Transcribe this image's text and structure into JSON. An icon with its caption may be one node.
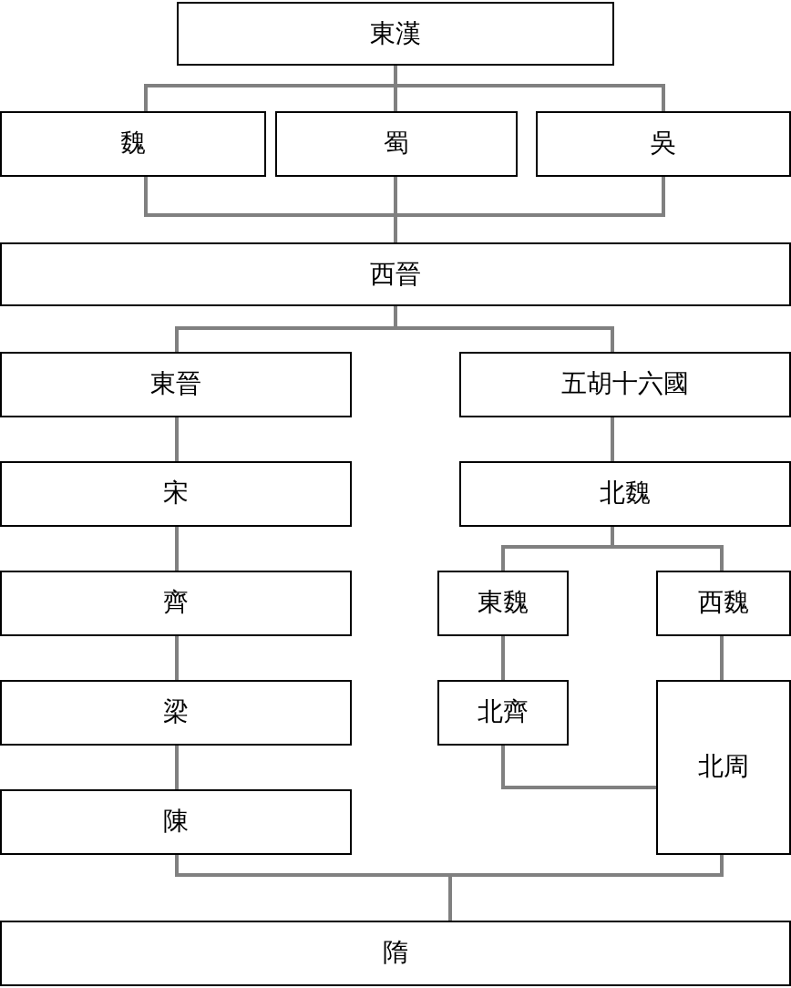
{
  "diagram": {
    "nodes": [
      {
        "text": [
          "東漢"
        ]
      },
      {
        "text": [
          "魏"
        ]
      },
      {
        "text": [
          "蜀"
        ]
      },
      {
        "text": [
          "吳"
        ]
      },
      {
        "text": [
          "西晉"
        ]
      },
      {
        "text": [
          "東晉"
        ]
      },
      {
        "text": [
          "五胡十六國"
        ]
      },
      {
        "text": [
          "宋"
        ]
      },
      {
        "text": [
          "北魏"
        ]
      },
      {
        "text": [
          "齊"
        ]
      },
      {
        "text": [
          "東魏"
        ]
      },
      {
        "text": [
          "西魏"
        ]
      },
      {
        "text": [
          "梁"
        ]
      },
      {
        "text": [
          "北齊"
        ]
      },
      {
        "text": [
          "北周"
        ]
      },
      {
        "text": [
          "陳"
        ]
      },
      {
        "text": [
          "隋"
        ]
      }
    ],
    "edges": [
      {
        "from": 0,
        "to": 1,
        "arrow": "none"
      },
      {
        "from": 0,
        "to": 2,
        "arrow": "none"
      },
      {
        "from": 0,
        "to": 3,
        "arrow": "none"
      },
      {
        "from": 1,
        "to": 4,
        "arrow": "none"
      },
      {
        "from": 2,
        "to": 4,
        "arrow": "none"
      },
      {
        "from": 3,
        "to": 4,
        "arrow": "none"
      },
      {
        "from": 4,
        "to": 5,
        "arrow": "none"
      },
      {
        "from": 4,
        "to": 6,
        "arrow": "none"
      },
      {
        "from": 5,
        "to": 7,
        "arrow": "none"
      },
      {
        "from": 6,
        "to": 8,
        "arrow": "none"
      },
      {
        "from": 7,
        "to": 9,
        "arrow": "none"
      },
      {
        "from": 8,
        "to": 10,
        "arrow": "none"
      },
      {
        "from": 8,
        "to": 11,
        "arrow": "none"
      },
      {
        "from": 9,
        "to": 12,
        "arrow": "none"
      },
      {
        "from": 10,
        "to": 13,
        "arrow": "none"
      },
      {
        "from": 11,
        "to": 14,
        "arrow": "none"
      },
      {
        "from": 12,
        "to": 15,
        "arrow": "none"
      },
      {
        "from": 13,
        "to": 14,
        "arrow": "none"
      },
      {
        "from": 15,
        "to": 16,
        "arrow": "none"
      },
      {
        "from": 14,
        "to": 16,
        "arrow": "none"
      }
    ]
  }
}
